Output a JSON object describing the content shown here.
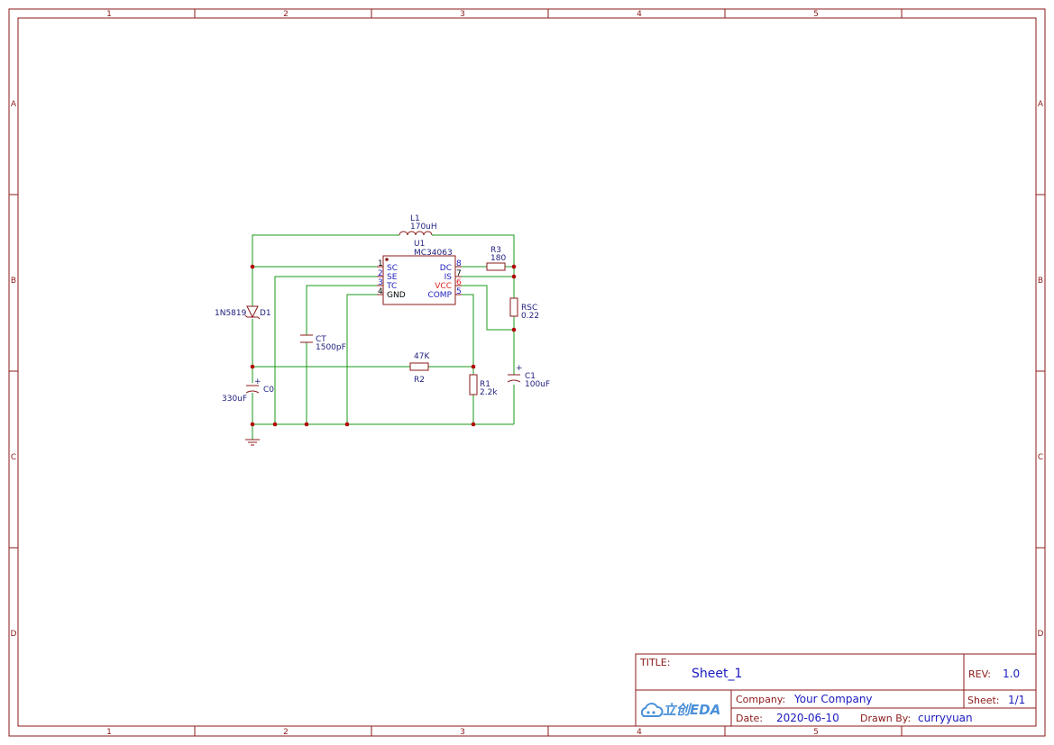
{
  "frame": {
    "columns": [
      "1",
      "2",
      "3",
      "4",
      "5"
    ],
    "rows": [
      "A",
      "B",
      "C",
      "D"
    ],
    "color": "#8b1a1a"
  },
  "schematic": {
    "wire_color": "#1a9a1a",
    "part_color": "#8b1a1a",
    "u1": {
      "designator": "U1",
      "value": "MC34063",
      "left_pins": [
        {
          "num": "1",
          "name": "SC"
        },
        {
          "num": "2",
          "name": "SE"
        },
        {
          "num": "3",
          "name": "TC"
        },
        {
          "num": "4",
          "name": "GND"
        }
      ],
      "right_pins": [
        {
          "num": "8",
          "name": "DC"
        },
        {
          "num": "7",
          "name": "IS"
        },
        {
          "num": "6",
          "name": "VCC"
        },
        {
          "num": "5",
          "name": "COMP"
        }
      ]
    },
    "l1": {
      "designator": "L1",
      "value": "170uH"
    },
    "r3": {
      "designator": "R3",
      "value": "180"
    },
    "rsc": {
      "designator": "RSC",
      "value": "0.22"
    },
    "d1": {
      "designator": "D1",
      "value": "1N5819"
    },
    "ct": {
      "designator": "CT",
      "value": "1500pF"
    },
    "r2": {
      "designator": "R2",
      "value": "47K"
    },
    "r1": {
      "designator": "R1",
      "value": "2.2k"
    },
    "c0": {
      "designator": "C0",
      "value": "330uF",
      "polarity": "+"
    },
    "c1": {
      "designator": "C1",
      "value": "100uF",
      "polarity": "+"
    }
  },
  "title_block": {
    "title_label": "TITLE:",
    "title": "Sheet_1",
    "rev_label": "REV:",
    "rev": "1.0",
    "company_label": "Company:",
    "company": "Your Company",
    "sheet_label": "Sheet:",
    "sheet": "1/1",
    "date_label": "Date:",
    "date": "2020-06-10",
    "drawn_label": "Drawn By:",
    "drawn_by": "curryyuan",
    "logo_text": "立创EDA",
    "logo_icon": "cloud-icon",
    "label_color": "#8b1a1a",
    "value_color": "#1a1ac0"
  }
}
